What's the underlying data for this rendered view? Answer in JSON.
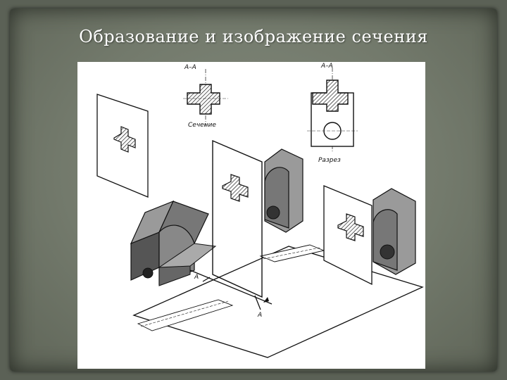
{
  "slide": {
    "title": "Образование и изображение сечения"
  },
  "figure": {
    "labels": {
      "section_header": "А–А",
      "cut_header": "А–А",
      "section_caption": "Сечение",
      "cut_caption": "Разрез",
      "plane_mark_left": "А",
      "plane_mark_right": "А"
    }
  }
}
